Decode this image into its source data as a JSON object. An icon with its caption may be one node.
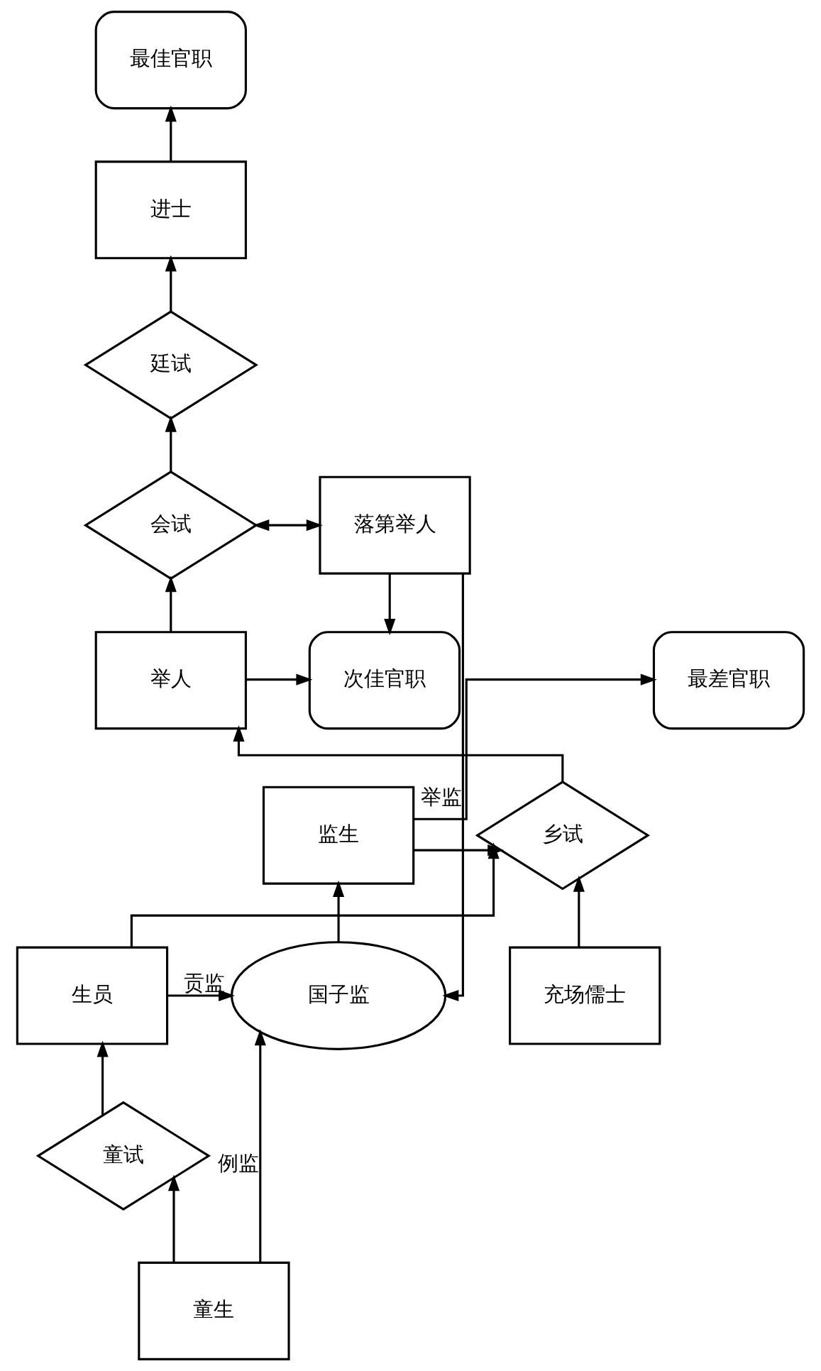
{
  "diagram": {
    "nodes": [
      {
        "text": [
          "最佳官职"
        ]
      },
      {
        "text": [
          "进士"
        ]
      },
      {
        "text": [
          "廷试"
        ]
      },
      {
        "text": [
          "会试"
        ]
      },
      {
        "text": [
          "落第举人"
        ]
      },
      {
        "text": [
          "举人"
        ]
      },
      {
        "text": [
          "次佳官职"
        ]
      },
      {
        "text": [
          "最差官职"
        ]
      },
      {
        "text": [
          "乡试"
        ]
      },
      {
        "text": [
          "监生"
        ]
      },
      {
        "text": [
          "充场儒士"
        ]
      },
      {
        "text": [
          "生员"
        ]
      },
      {
        "text": [
          "国子监"
        ]
      },
      {
        "text": [
          "童试"
        ]
      },
      {
        "text": [
          "童生"
        ]
      }
    ],
    "edges": [
      {
        "from": 1,
        "to": 0,
        "arrow": "to"
      },
      {
        "from": 2,
        "to": 1,
        "arrow": "to"
      },
      {
        "from": 3,
        "to": 2,
        "arrow": "to"
      },
      {
        "from": 3,
        "to": 4,
        "arrow": "both"
      },
      {
        "from": 4,
        "to": 6,
        "arrow": "to"
      },
      {
        "from": 4,
        "to": 12,
        "arrow": "to",
        "label": "举监"
      },
      {
        "from": 5,
        "to": 3,
        "arrow": "to"
      },
      {
        "from": 5,
        "to": 6,
        "arrow": "to"
      },
      {
        "from": 8,
        "to": 5,
        "arrow": "to"
      },
      {
        "from": 9,
        "to": 7,
        "arrow": "to"
      },
      {
        "from": 9,
        "to": 8,
        "arrow": "to"
      },
      {
        "from": 10,
        "to": 8,
        "arrow": "to"
      },
      {
        "from": 11,
        "to": 8,
        "arrow": "to"
      },
      {
        "from": 11,
        "to": 12,
        "arrow": "to",
        "label": "贡监"
      },
      {
        "from": 12,
        "to": 9,
        "arrow": "to"
      },
      {
        "from": 13,
        "to": 11,
        "arrow": "to"
      },
      {
        "from": 14,
        "to": 13,
        "arrow": "to"
      },
      {
        "from": 14,
        "to": 12,
        "arrow": "to",
        "label": "例监"
      }
    ]
  }
}
